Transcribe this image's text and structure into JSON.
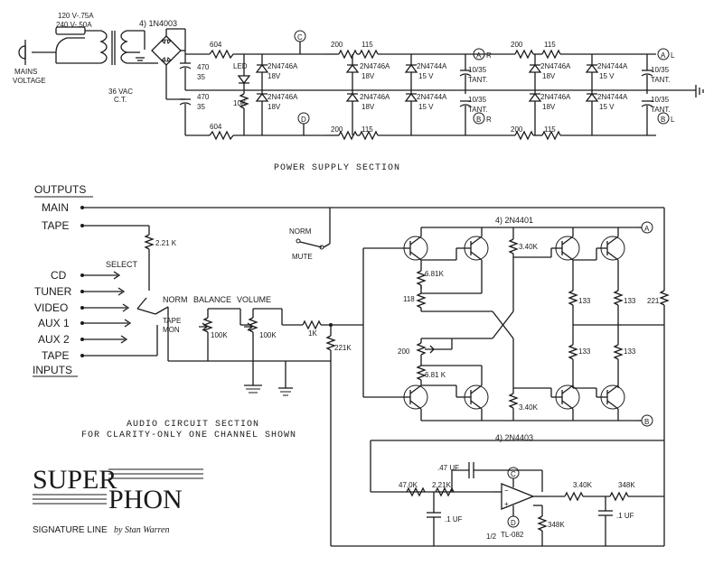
{
  "power_supply": {
    "section_title": "POWER SUPPLY SECTION",
    "mains_label_1": "MAINS",
    "mains_label_2": "VOLTAGE",
    "fuse_120": "120 V-.75A",
    "fuse_240": "240 V-.50A",
    "bridge": "4) 1N4003",
    "transformer": "36 VAC",
    "transformer_ct": "C.T.",
    "cap_main_top": "470",
    "cap_main_top_v": "35",
    "cap_main_bot": "470",
    "cap_main_bot_v": "35",
    "res_604_top": "604",
    "res_604_bot": "604",
    "led": "LED",
    "led_res": "10K",
    "z_top": "2N4746A",
    "z_top_v": "18V",
    "z_bot": "2N4746A",
    "z_bot_v": "18V",
    "node_c": "C",
    "node_d": "D",
    "node_a": "A",
    "node_b": "B",
    "r200_a": "200",
    "r115_a": "115",
    "r200_b": "200",
    "r115_b": "115",
    "r200_c": "200",
    "r115_c": "115",
    "r200_d": "200",
    "r115_d": "115",
    "z1": "2N4746A",
    "z1_v": "18V",
    "z2": "2N4744A",
    "z2_v": "15 V",
    "z3": "2N4746A",
    "z3_v": "18V",
    "z4": "2N4744A",
    "z4_v": "15 V",
    "z5": "2N4746A",
    "z5_v": "18V",
    "z6": "2N4744A",
    "z6_v": "15 V",
    "z7": "2N4746A",
    "z7_v": "18V",
    "z8": "2N4744A",
    "z8_v": "15 V",
    "tant1": "10/35",
    "tant1_t": "TANT.",
    "tant2": "10/35",
    "tant2_t": "TANT.",
    "tant3": "10/35",
    "tant3_t": "TANT.",
    "tant4": "10/35",
    "tant4_t": "TANT.",
    "r": "R",
    "l": "L"
  },
  "audio": {
    "outputs": "OUTPUTS",
    "main": "MAIN",
    "tape_out": "TAPE",
    "inputs": "INPUTS",
    "cd": "CD",
    "tuner": "TUNER",
    "video": "VIDEO",
    "aux1": "AUX 1",
    "aux2": "AUX 2",
    "tape_in": "TAPE",
    "select": "SELECT",
    "r221_top": "2.21 K",
    "norm": "NORM",
    "tape_mon_1": "TAPE",
    "tape_mon_2": "MON",
    "balance": "BALANCE",
    "volume": "VOLUME",
    "pot_balance": "100K",
    "pot_volume": "100K",
    "norm_sw": "NORM",
    "mute": "MUTE",
    "r1k": "1K",
    "r221k": "221K",
    "q_top": "4) 2N4401",
    "q_bot": "4) 2N4403",
    "r340_top": "3.40K",
    "r681_top": "6.81K",
    "r118": "118",
    "r200": "200",
    "r681_bot": "6.81 K",
    "r340_bot": "3.40K",
    "r133_1": "133",
    "r133_2": "133",
    "r133_3": "133",
    "r133_4": "133",
    "r221": "221",
    "node_a": "A",
    "node_b": "B",
    "section_title_1": "AUDIO CIRCUIT SECTION",
    "section_title_2": "FOR CLARITY-ONLY ONE CHANNEL SHOWN",
    "c47": ".47 UF",
    "r470k": "47.0K",
    "r221k_b": "2.21K",
    "c_node": "C",
    "d_node": "D",
    "r340k": "3.40K",
    "r348k_a": "348K",
    "r348k_b": "348K",
    "c1uf_a": ".1 UF",
    "c1uf_b": ".1 UF",
    "opamp_1": "1/2",
    "opamp_2": "TL-082"
  },
  "brand": {
    "logo_1": "SUPER",
    "logo_2": "PHON",
    "signature": "SIGNATURE LINE",
    "by": "by Stan Warren"
  }
}
